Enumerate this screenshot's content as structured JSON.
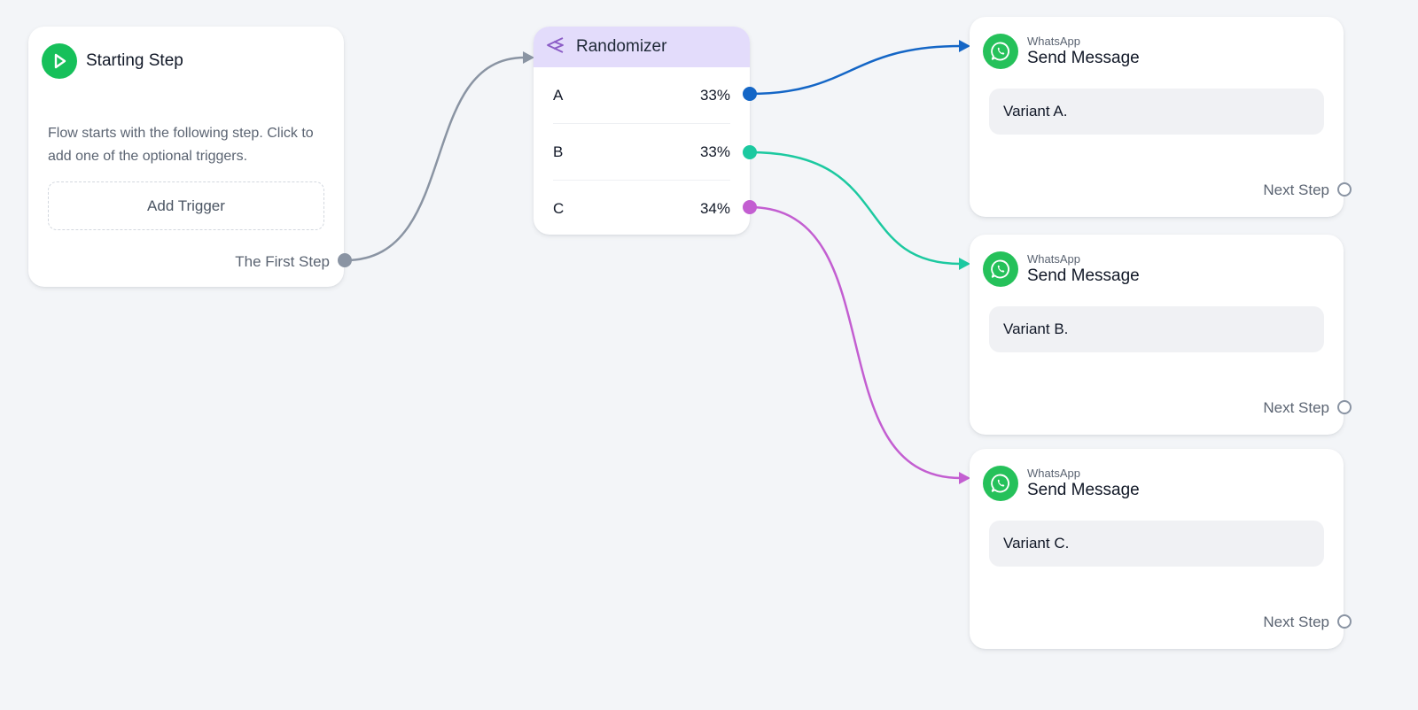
{
  "colors": {
    "background": "#f3f5f8",
    "start_icon": "#16c05a",
    "whatsapp": "#25c15a",
    "randomizer_header": "#e3dcfb",
    "connector_start": "#8a94a3",
    "connector_a": "#1466c6",
    "connector_b": "#1cc9a0",
    "connector_c": "#c35ed1"
  },
  "start_node": {
    "icon": "play-icon",
    "title": "Starting Step",
    "description": "Flow starts with the following step. Click to add one of the optional triggers.",
    "add_trigger_label": "Add Trigger",
    "output_label": "The First Step"
  },
  "randomizer": {
    "icon": "randomize-icon",
    "title": "Randomizer",
    "branches": [
      {
        "label": "A",
        "percent": "33%"
      },
      {
        "label": "B",
        "percent": "33%"
      },
      {
        "label": "C",
        "percent": "34%"
      }
    ]
  },
  "messages": [
    {
      "channel": "WhatsApp",
      "title": "Send Message",
      "text": "Variant A.",
      "next_label": "Next Step"
    },
    {
      "channel": "WhatsApp",
      "title": "Send Message",
      "text": "Variant B.",
      "next_label": "Next Step"
    },
    {
      "channel": "WhatsApp",
      "title": "Send Message",
      "text": "Variant C.",
      "next_label": "Next Step"
    }
  ]
}
